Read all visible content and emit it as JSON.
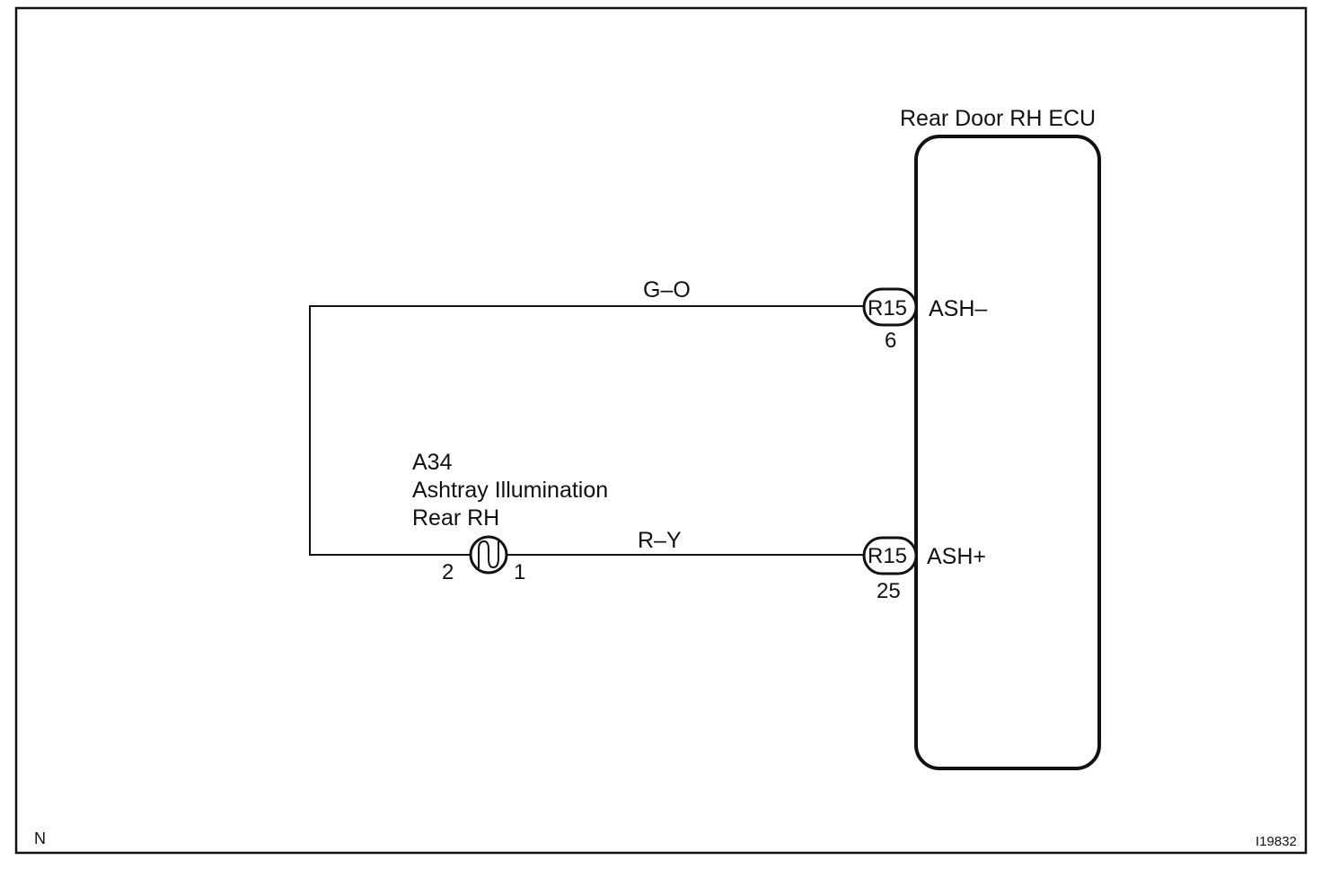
{
  "ecu": {
    "title": "Rear Door RH ECU",
    "terminals": [
      {
        "connector": "R15",
        "pin": "6",
        "signal": "ASH–"
      },
      {
        "connector": "R15",
        "pin": "25",
        "signal": "ASH+"
      }
    ]
  },
  "wires": {
    "upper": "G–O",
    "lower": "R–Y"
  },
  "component": {
    "code": "A34",
    "name_line1": "Ashtray Illumination",
    "name_line2": "Rear RH",
    "pin_left": "2",
    "pin_right": "1",
    "icon": "lamp-bulb-icon"
  },
  "footer": {
    "corner_left": "N",
    "figure_id": "I19832"
  },
  "colors": {
    "ink": "#111111",
    "background": "#ffffff"
  }
}
